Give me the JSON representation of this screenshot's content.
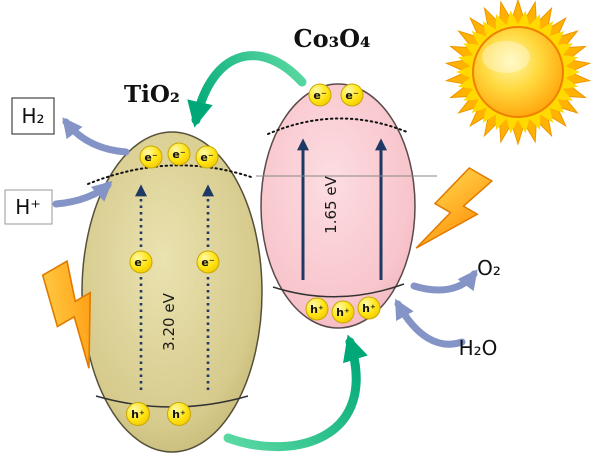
{
  "semiconductors": {
    "tio2": {
      "name": "TiO₂",
      "bandgap": "3.20 eV"
    },
    "co3o4": {
      "name": "Co₃O₄",
      "bandgap": "1.65 eV"
    }
  },
  "species": {
    "h2": "H₂",
    "h_plus": "H⁺",
    "o2": "O₂",
    "h2o": "H₂O"
  },
  "carriers": {
    "electron": "e⁻",
    "hole": "h⁺"
  },
  "icons": {
    "sun": "sun",
    "lightning_left": "lightning-bolt",
    "lightning_right": "lightning-bolt"
  },
  "colors": {
    "tio2_fill": "#d6ca8c",
    "co3o4_fill": "#f8c5cc",
    "tio2_label": "#7d6608",
    "co3o4_label": "#5e2b4e",
    "carrier_yellow": "#ffe412",
    "electron_transfer_green": "#00a878",
    "reaction_arrow_blue": "#8494c6",
    "excitation_navy": "#1f3864",
    "sun_orange": "#ffb300",
    "bolt_orange": "#ff8a00"
  }
}
